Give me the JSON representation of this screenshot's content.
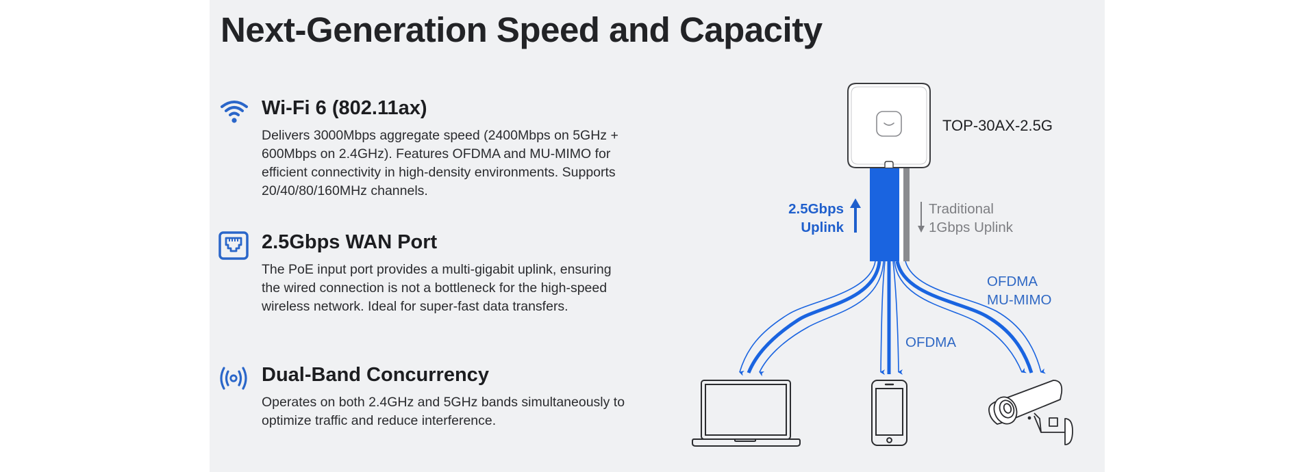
{
  "title": "Next-Generation Speed and Capacity",
  "features": [
    {
      "icon": "wifi-icon",
      "heading": "Wi-Fi 6 (802.11ax)",
      "body": "Delivers 3000Mbps aggregate speed (2400Mbps on 5GHz + 600Mbps on 2.4GHz). Features OFDMA and MU-MIMO for efficient connectivity in high-density environments. Supports 20/40/80/160MHz channels."
    },
    {
      "icon": "ethernet-port-icon",
      "heading": "2.5Gbps WAN Port",
      "body": "The PoE input port provides a multi-gigabit uplink, ensuring the wired connection is not a bottleneck for the high-speed wireless network. Ideal for super-fast data transfers."
    },
    {
      "icon": "broadcast-icon",
      "heading": "Dual-Band Concurrency",
      "body": "Operates on both 2.4GHz and 5GHz bands simultaneously to optimize traffic and reduce interference."
    }
  ],
  "diagram": {
    "device_model": "TOP-30AX-2.5G",
    "uplink_fast": {
      "line1": "2.5Gbps",
      "line2": "Uplink"
    },
    "uplink_traditional": {
      "line1": "Traditional",
      "line2": "1Gbps Uplink"
    },
    "label_right": {
      "line1": "OFDMA",
      "line2": "MU-MIMO"
    },
    "label_middle": "OFDMA",
    "clients": [
      "laptop-icon",
      "smartphone-icon",
      "security-camera-icon"
    ]
  },
  "colors": {
    "accent_blue": "#1a64e0",
    "label_blue": "#1f5fcc",
    "grey": "#8a8b8f",
    "panel_bg": "#f0f1f3"
  }
}
